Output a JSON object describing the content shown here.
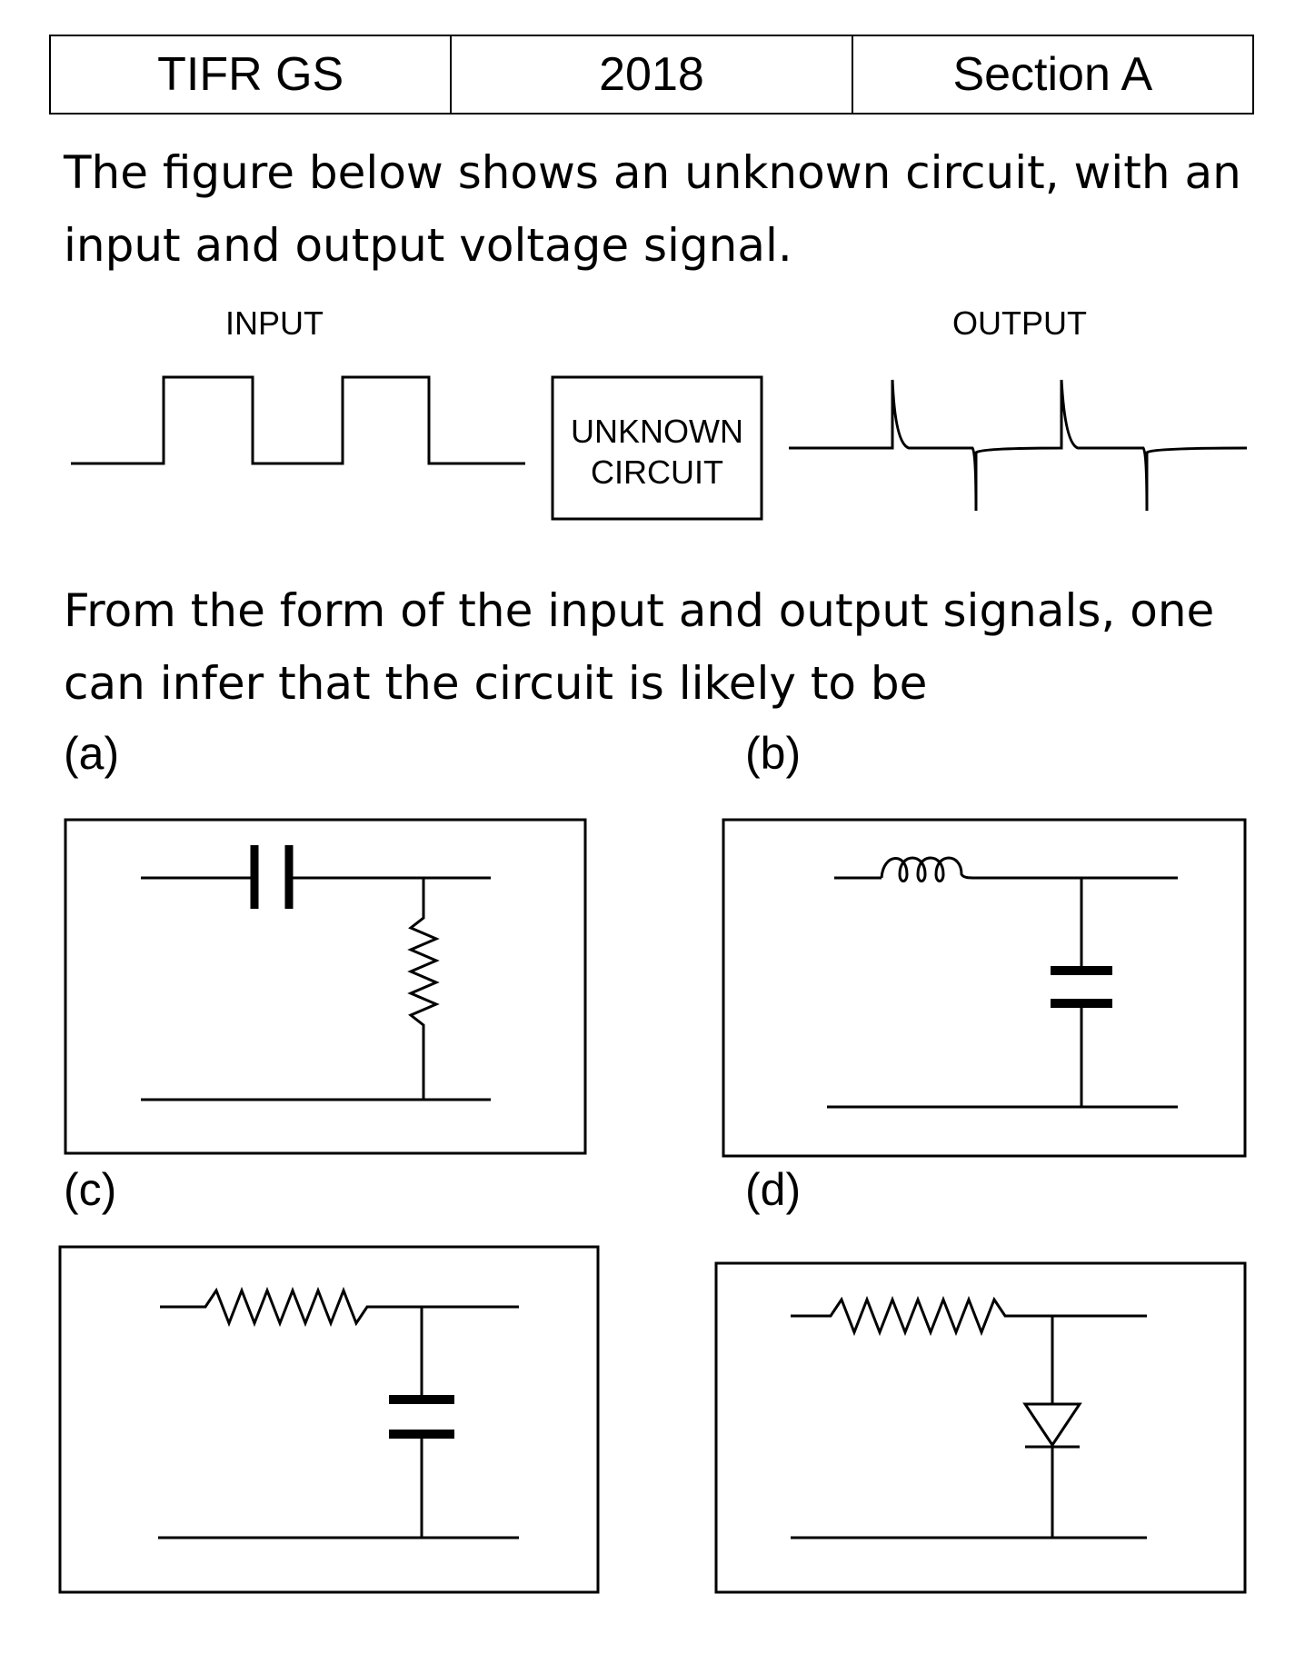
{
  "header": {
    "exam": "TIFR GS",
    "year": "2018",
    "section": "Section A"
  },
  "question": {
    "intro": "The figure below shows an unknown circuit, with an input and output voltage signal.",
    "prompt": "From the form of the input and output signals, one can infer that the circuit is likely to be"
  },
  "figure": {
    "input_label": "INPUT",
    "output_label": "OUTPUT",
    "box_line1": "UNKNOWN",
    "box_line2": "CIRCUIT"
  },
  "options": [
    {
      "label": "(a)",
      "circuit": "series capacitor, shunt resistor"
    },
    {
      "label": "(b)",
      "circuit": "series inductor, shunt capacitor"
    },
    {
      "label": "(c)",
      "circuit": "series resistor, shunt capacitor"
    },
    {
      "label": "(d)",
      "circuit": "series resistor, shunt diode"
    }
  ]
}
